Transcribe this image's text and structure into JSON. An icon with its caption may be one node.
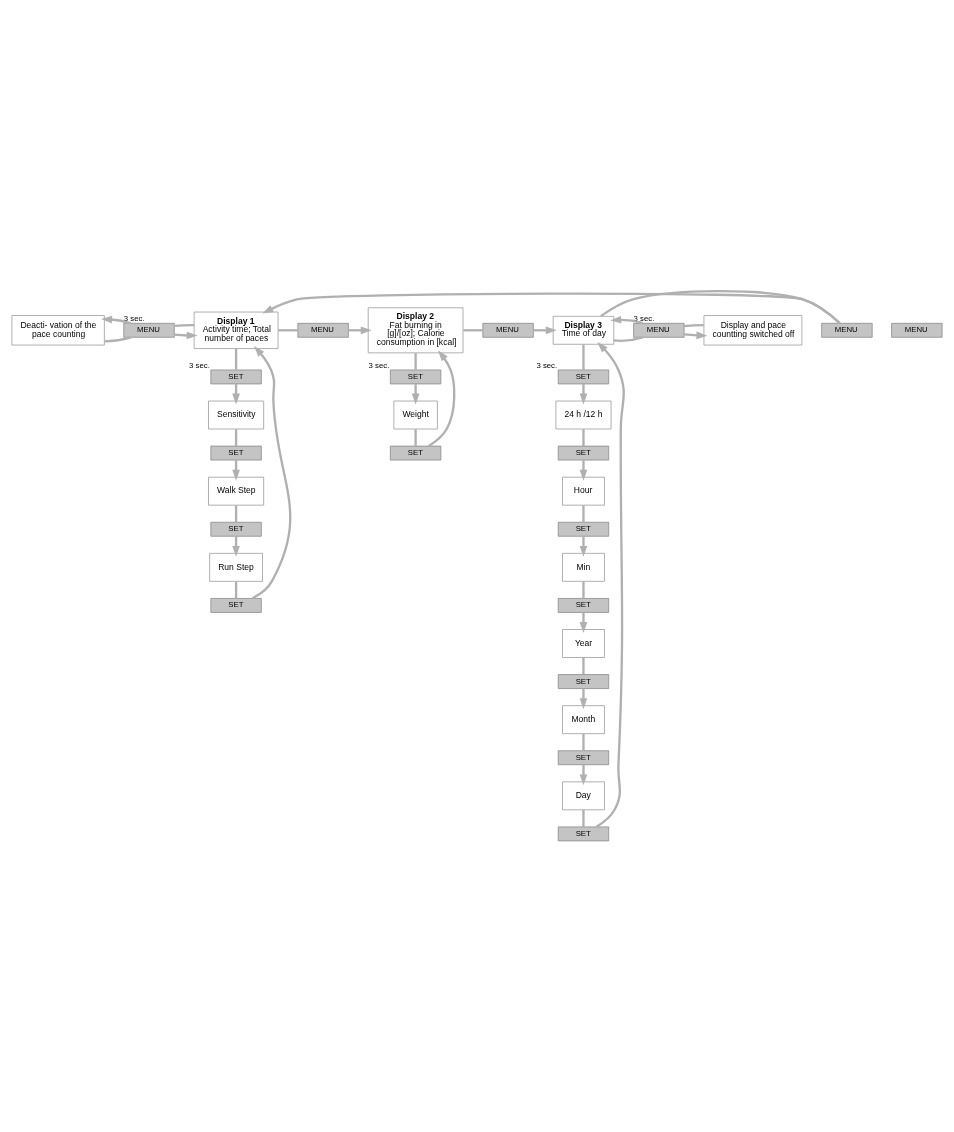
{
  "diagram": {
    "nodes": [
      {
        "text": [
          "Deacti- vation of the pace counting"
        ]
      },
      {
        "text": [
          "MENU"
        ],
        "beside": [
          "3 sec."
        ]
      },
      {
        "text": [
          "Display 1",
          "Activity time; Total number of paces"
        ]
      },
      {
        "text": [
          "MENU"
        ]
      },
      {
        "text": [
          "Display 2",
          "Fat burning in [g]/[oz]; Calorie consumption in [kcal]"
        ]
      },
      {
        "text": [
          "MENU"
        ]
      },
      {
        "text": [
          "Display 3",
          "Time of day"
        ]
      },
      {
        "text": [
          "MENU"
        ],
        "beside": [
          "3 sec."
        ]
      },
      {
        "text": [
          "Display and pace countting switched off"
        ]
      },
      {
        "text": [
          "MENU"
        ]
      },
      {
        "text": [
          "SET"
        ],
        "beside": [
          "3 sec."
        ]
      },
      {
        "text": [
          "Sensitivity"
        ]
      },
      {
        "text": [
          "SET"
        ]
      },
      {
        "text": [
          "Walk Step"
        ]
      },
      {
        "text": [
          "SET"
        ]
      },
      {
        "text": [
          "Run Step"
        ]
      },
      {
        "text": [
          "SET"
        ]
      },
      {
        "text": [
          "SET"
        ],
        "beside": [
          "3 sec."
        ]
      },
      {
        "text": [
          "Weight"
        ]
      },
      {
        "text": [
          "SET"
        ]
      },
      {
        "text": [
          "SET"
        ],
        "beside": [
          "3 sec."
        ]
      },
      {
        "text": [
          "24 h /12 h"
        ]
      },
      {
        "text": [
          "SET"
        ]
      },
      {
        "text": [
          "Hour"
        ]
      },
      {
        "text": [
          "SET"
        ]
      },
      {
        "text": [
          "Min"
        ]
      },
      {
        "text": [
          "SET"
        ]
      },
      {
        "text": [
          "Year"
        ]
      },
      {
        "text": [
          "SET"
        ]
      },
      {
        "text": [
          "Month"
        ]
      },
      {
        "text": [
          "SET"
        ]
      },
      {
        "text": [
          "Day"
        ]
      },
      {
        "text": [
          "SET"
        ]
      },
      {
        "text": [
          "MENU"
        ]
      }
    ],
    "edges": [
      {
        "from": 0,
        "to": 1,
        "arrow": "none"
      },
      {
        "from": 1,
        "to": 2,
        "arrow": "to"
      },
      {
        "from": 2,
        "to": 1,
        "arrow": "none"
      },
      {
        "from": 1,
        "to": 0,
        "arrow": "to"
      },
      {
        "from": 2,
        "to": 3,
        "arrow": "none"
      },
      {
        "from": 3,
        "to": 4,
        "arrow": "to"
      },
      {
        "from": 4,
        "to": 5,
        "arrow": "none"
      },
      {
        "from": 5,
        "to": 6,
        "arrow": "to"
      },
      {
        "from": 6,
        "to": 7,
        "arrow": "none"
      },
      {
        "from": 7,
        "to": 8,
        "arrow": "to"
      },
      {
        "from": 8,
        "to": 7,
        "arrow": "none"
      },
      {
        "from": 7,
        "to": 6,
        "arrow": "to"
      },
      {
        "from": 6,
        "to": 9,
        "arrow": "none"
      },
      {
        "from": 9,
        "to": 2,
        "arrow": "to"
      },
      {
        "from": 2,
        "to": 10,
        "arrow": "none"
      },
      {
        "from": 10,
        "to": 11,
        "arrow": "to"
      },
      {
        "from": 11,
        "to": 12,
        "arrow": "none"
      },
      {
        "from": 12,
        "to": 13,
        "arrow": "to"
      },
      {
        "from": 13,
        "to": 14,
        "arrow": "none"
      },
      {
        "from": 14,
        "to": 15,
        "arrow": "to"
      },
      {
        "from": 15,
        "to": 16,
        "arrow": "none"
      },
      {
        "from": 16,
        "to": 2,
        "arrow": "to"
      },
      {
        "from": 4,
        "to": 17,
        "arrow": "none"
      },
      {
        "from": 17,
        "to": 18,
        "arrow": "to"
      },
      {
        "from": 18,
        "to": 19,
        "arrow": "none"
      },
      {
        "from": 19,
        "to": 4,
        "arrow": "to"
      },
      {
        "from": 6,
        "to": 20,
        "arrow": "none"
      },
      {
        "from": 20,
        "to": 21,
        "arrow": "to"
      },
      {
        "from": 21,
        "to": 22,
        "arrow": "none"
      },
      {
        "from": 22,
        "to": 23,
        "arrow": "to"
      },
      {
        "from": 23,
        "to": 24,
        "arrow": "none"
      },
      {
        "from": 24,
        "to": 25,
        "arrow": "to"
      },
      {
        "from": 25,
        "to": 26,
        "arrow": "none"
      },
      {
        "from": 26,
        "to": 27,
        "arrow": "to"
      },
      {
        "from": 27,
        "to": 28,
        "arrow": "none"
      },
      {
        "from": 28,
        "to": 29,
        "arrow": "to"
      },
      {
        "from": 29,
        "to": 30,
        "arrow": "none"
      },
      {
        "from": 30,
        "to": 31,
        "arrow": "to"
      },
      {
        "from": 31,
        "to": 32,
        "arrow": "none"
      },
      {
        "from": 32,
        "to": 6,
        "arrow": "to"
      }
    ]
  }
}
